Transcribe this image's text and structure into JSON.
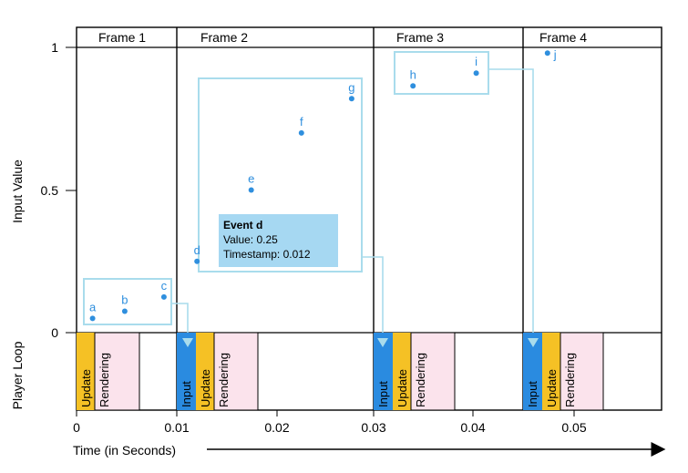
{
  "axes": {
    "y_label": "Input Value",
    "y_ticks": [
      "1",
      "0.5",
      "0"
    ],
    "loop_label": "Player Loop",
    "x_label": "Time (in Seconds)",
    "x_ticks": [
      "0",
      "0.01",
      "0.02",
      "0.03",
      "0.04",
      "0.05"
    ]
  },
  "frames": [
    {
      "label": "Frame 1"
    },
    {
      "label": "Frame 2"
    },
    {
      "label": "Frame 3"
    },
    {
      "label": "Frame 4"
    }
  ],
  "events": [
    {
      "id": "a",
      "t": 0.0016,
      "v": 0.05
    },
    {
      "id": "b",
      "t": 0.0048,
      "v": 0.075
    },
    {
      "id": "c",
      "t": 0.0087,
      "v": 0.125
    },
    {
      "id": "d",
      "t": 0.012,
      "v": 0.25
    },
    {
      "id": "e",
      "t": 0.0174,
      "v": 0.5
    },
    {
      "id": "f",
      "t": 0.0224,
      "v": 0.7
    },
    {
      "id": "g",
      "t": 0.0274,
      "v": 0.82
    },
    {
      "id": "h",
      "t": 0.0335,
      "v": 0.865
    },
    {
      "id": "i",
      "t": 0.0398,
      "v": 0.91
    },
    {
      "id": "j",
      "t": 0.0469,
      "v": 0.98
    }
  ],
  "loop_blocks": {
    "input_label": "Input",
    "update_label": "Update",
    "rendering_label": "Rendering"
  },
  "tooltip": {
    "title": "Event d",
    "value_line": "Value: 0.25",
    "timestamp_line": "Timestamp: 0.012"
  },
  "colors": {
    "event": "#2f8fde",
    "input_block": "#2a8be0",
    "update_block": "#f5c125",
    "rendering_block": "#fbe3ec",
    "highlight": "#a9dcec",
    "tooltip_bg": "#a6d8f2"
  }
}
